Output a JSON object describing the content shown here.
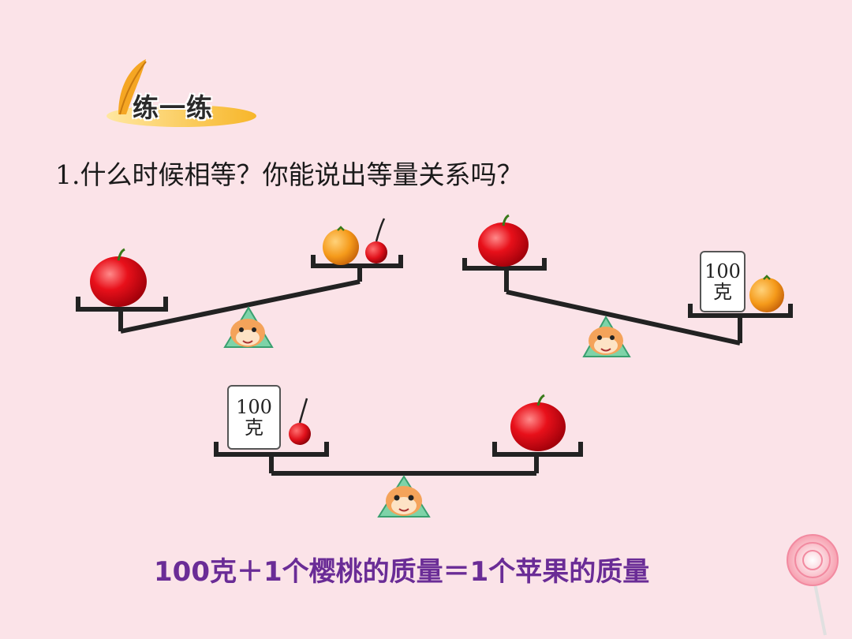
{
  "header": {
    "badge_label": "练一练"
  },
  "question": {
    "text": "1.什么时候相等？你能说出等量关系吗？"
  },
  "weights": {
    "w1_num": "100",
    "w1_unit": "克",
    "w2_num": "100",
    "w2_unit": "克"
  },
  "answer": {
    "text": "100克＋1个樱桃的质量＝1个苹果的质量"
  }
}
